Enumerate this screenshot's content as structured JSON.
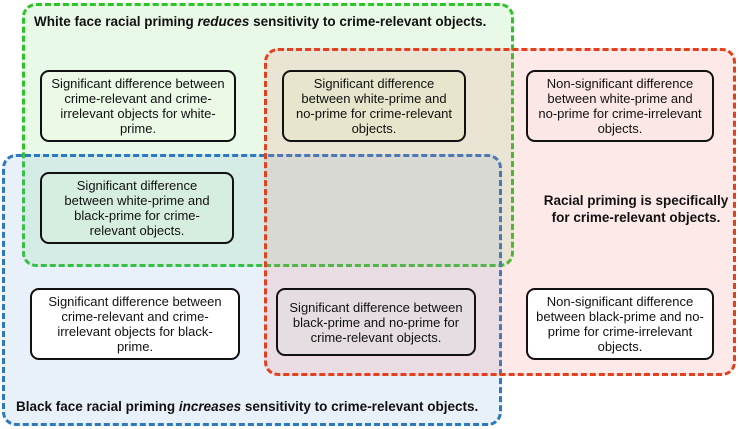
{
  "regions": {
    "green": {
      "label_parts": [
        "White face racial priming ",
        "reduces",
        " sensitivity to crime-relevant objects."
      ],
      "color": "#2fc32a"
    },
    "blue": {
      "label_parts": [
        "Black face racial priming ",
        "increases",
        " sensitivity to crime-relevant objects."
      ],
      "color": "#2e78c0"
    },
    "red": {
      "label_line1": "Racial priming is specifically",
      "label_line2": "for crime-relevant objects.",
      "color": "#e2401e"
    }
  },
  "boxes": {
    "white_prime_within": [
      "Significant difference between",
      "crime-relevant and crime-",
      "irrelevant objects for white-",
      "prime."
    ],
    "white_vs_no_prime_relevant": [
      "Significant difference",
      "between white-prime and",
      "no-prime for crime-relevant",
      "objects."
    ],
    "white_vs_no_prime_irrelevant": [
      "Non-significant difference",
      "between white-prime and",
      "no-prime for crime-irrelevant",
      "objects."
    ],
    "white_vs_black_relevant": [
      "Significant difference",
      "between white-prime and",
      "black-prime for crime-",
      "relevant objects."
    ],
    "black_prime_within": [
      "Significant difference between",
      "crime-relevant and crime-",
      "irrelevant objects for black-",
      "prime."
    ],
    "black_vs_no_prime_relevant": [
      "Significant difference between",
      "black-prime and no-prime for",
      "crime-relevant objects."
    ],
    "black_vs_no_prime_irrelevant": [
      "Non-significant difference",
      "between black-prime and no-",
      "prime for crime-irrelevant",
      "objects."
    ]
  }
}
